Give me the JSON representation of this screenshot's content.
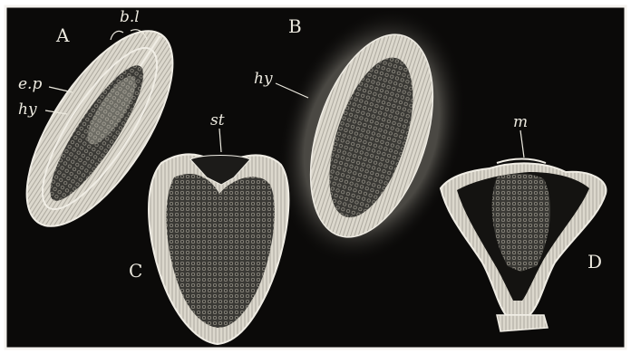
{
  "figures": [
    {
      "id": "A",
      "letter": "A",
      "labels": [
        "bl",
        "ep",
        "hy"
      ]
    },
    {
      "id": "B",
      "letter": "B",
      "labels": [
        "hy"
      ]
    },
    {
      "id": "C",
      "letter": "C",
      "labels": [
        "st"
      ]
    },
    {
      "id": "D",
      "letter": "D",
      "labels": [
        "m"
      ]
    }
  ],
  "labels": {
    "bl": "b.l",
    "ep": "e.p",
    "hy_a": "hy",
    "hy_b": "hy",
    "st": "st",
    "m": "m"
  },
  "colors": {
    "background": "#0b0a09",
    "frame": "#f4f2ee",
    "ectoderm": "#dcd8cd",
    "endoderm_dark": "#3a3935",
    "cell_line": "#8e8a80",
    "ink_light": "#ece9df"
  },
  "icons": [
    "cilia-fringe",
    "cell-columns",
    "stipple-endoderm"
  ]
}
